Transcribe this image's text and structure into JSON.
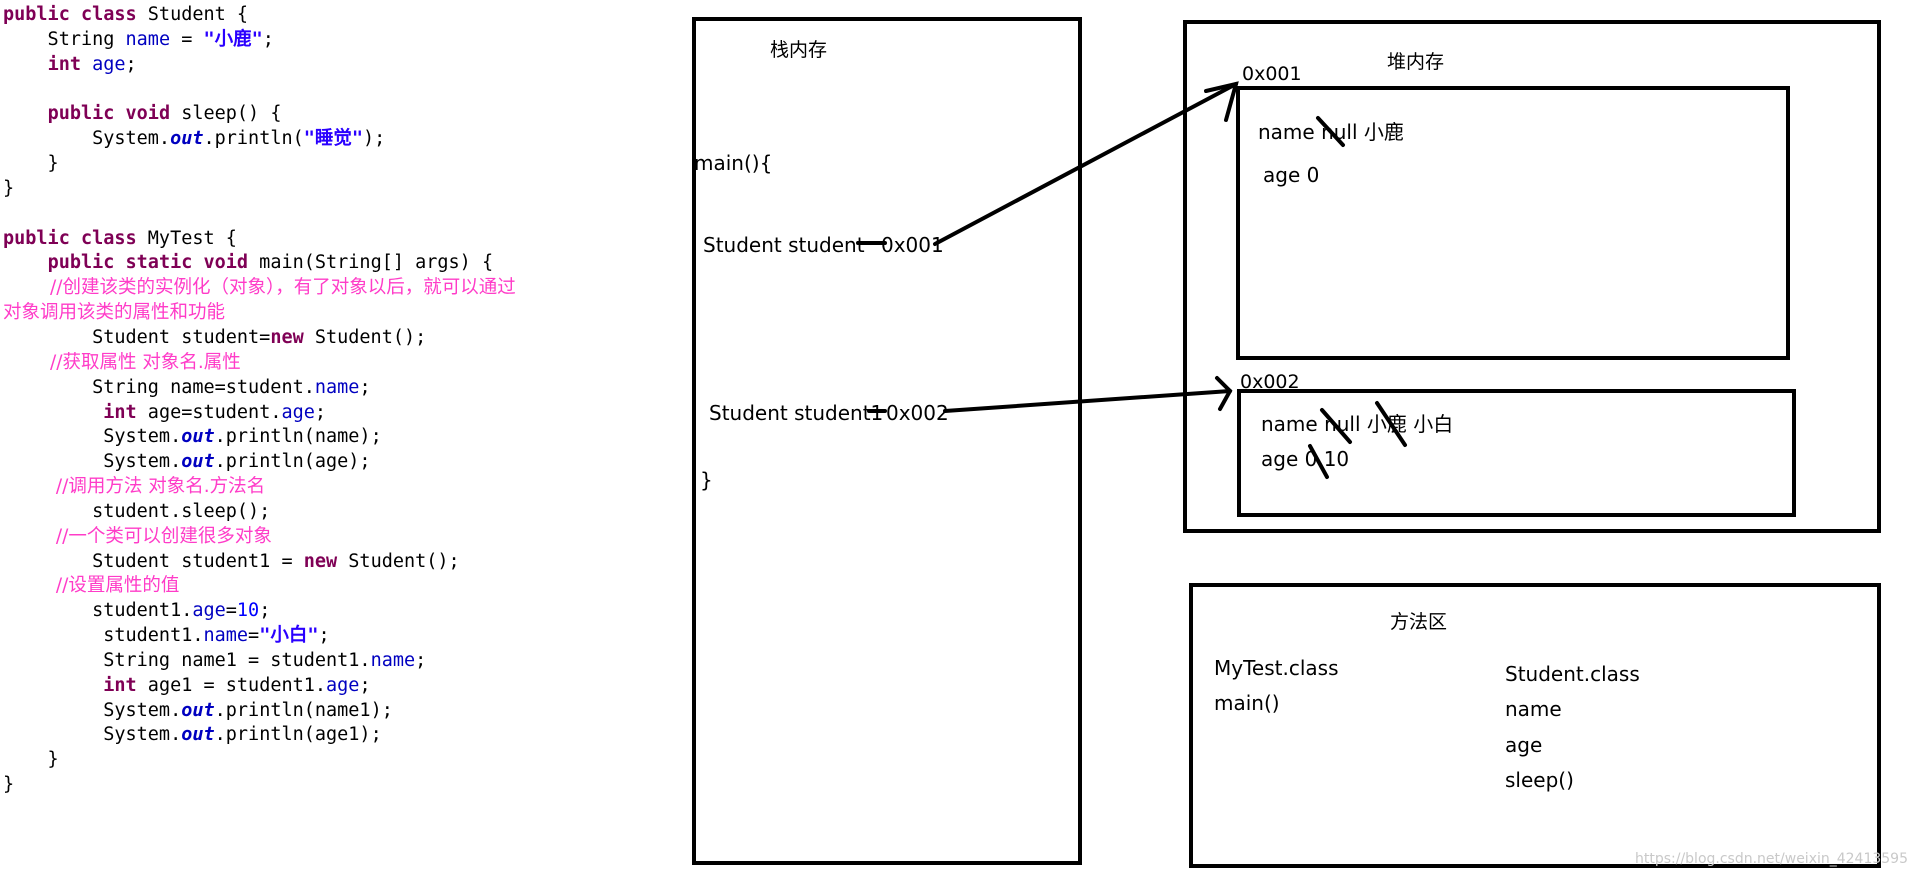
{
  "code": [
    [
      {
        "t": "public class",
        "c": "kw"
      },
      {
        "t": " Student {"
      }
    ],
    [
      {
        "t": "    String "
      },
      {
        "t": "name",
        "c": "fld"
      },
      {
        "t": " = "
      },
      {
        "t": "\"小鹿\"",
        "c": "str"
      },
      {
        "t": ";"
      }
    ],
    [
      {
        "t": "    "
      },
      {
        "t": "int",
        "c": "kw"
      },
      {
        "t": " "
      },
      {
        "t": "age",
        "c": "fld"
      },
      {
        "t": ";"
      }
    ],
    [
      {
        "t": ""
      }
    ],
    [
      {
        "t": "    "
      },
      {
        "t": "public void",
        "c": "kw"
      },
      {
        "t": " sleep() {"
      }
    ],
    [
      {
        "t": "        System."
      },
      {
        "t": "out",
        "c": "st"
      },
      {
        "t": ".println("
      },
      {
        "t": "\"睡觉\"",
        "c": "str"
      },
      {
        "t": ");"
      }
    ],
    [
      {
        "t": "    }"
      }
    ],
    [
      {
        "t": "}"
      }
    ],
    [
      {
        "t": ""
      }
    ],
    [
      {
        "t": "public class",
        "c": "kw"
      },
      {
        "t": " MyTest {"
      }
    ],
    [
      {
        "t": "    "
      },
      {
        "t": "public static void",
        "c": "kw"
      },
      {
        "t": " main(String[] args) {"
      }
    ],
    {
      "comment": true,
      "text": "        //创建该类的实例化（对象），有了对象以后，就可以通过"
    },
    {
      "comment": true,
      "text": "对象调用该类的属性和功能"
    },
    [
      {
        "t": "        Student student="
      },
      {
        "t": "new",
        "c": "kw"
      },
      {
        "t": " Student();"
      }
    ],
    {
      "comment": true,
      "text": "        //获取属性 对象名.属性"
    },
    [
      {
        "t": "        String name=student."
      },
      {
        "t": "name",
        "c": "fld"
      },
      {
        "t": ";"
      }
    ],
    [
      {
        "t": "         "
      },
      {
        "t": "int",
        "c": "kw"
      },
      {
        "t": " age=student."
      },
      {
        "t": "age",
        "c": "fld"
      },
      {
        "t": ";"
      }
    ],
    [
      {
        "t": "         System."
      },
      {
        "t": "out",
        "c": "st"
      },
      {
        "t": ".println(name);"
      }
    ],
    [
      {
        "t": "         System."
      },
      {
        "t": "out",
        "c": "st"
      },
      {
        "t": ".println(age);"
      }
    ],
    {
      "comment": true,
      "text": "         //调用方法 对象名.方法名"
    },
    [
      {
        "t": "        student.sleep();"
      }
    ],
    {
      "comment": true,
      "text": "         //一个类可以创建很多对象"
    },
    [
      {
        "t": "        Student student1 = "
      },
      {
        "t": "new",
        "c": "kw"
      },
      {
        "t": " Student();"
      }
    ],
    {
      "comment": true,
      "text": "         //设置属性的值"
    },
    [
      {
        "t": "        student1."
      },
      {
        "t": "age",
        "c": "fld"
      },
      {
        "t": "="
      },
      {
        "t": "10",
        "c": "num"
      },
      {
        "t": ";"
      }
    ],
    [
      {
        "t": "         student1."
      },
      {
        "t": "name",
        "c": "fld"
      },
      {
        "t": "="
      },
      {
        "t": "\"小白\"",
        "c": "str"
      },
      {
        "t": ";"
      }
    ],
    [
      {
        "t": "         String name1 = student1."
      },
      {
        "t": "name",
        "c": "fld"
      },
      {
        "t": ";"
      }
    ],
    [
      {
        "t": "         "
      },
      {
        "t": "int",
        "c": "kw"
      },
      {
        "t": " age1 = student1."
      },
      {
        "t": "age",
        "c": "fld"
      },
      {
        "t": ";"
      }
    ],
    [
      {
        "t": "         System."
      },
      {
        "t": "out",
        "c": "st"
      },
      {
        "t": ".println(name1);"
      }
    ],
    [
      {
        "t": "         System."
      },
      {
        "t": "out",
        "c": "st"
      },
      {
        "t": ".println(age1);"
      }
    ],
    [
      {
        "t": "    }"
      }
    ],
    [
      {
        "t": "}"
      }
    ]
  ],
  "stack": {
    "title": "栈内存",
    "main_open": "main(){",
    "student_var": "Student student",
    "student_ref": "0x001",
    "student1_var": "Student student1",
    "student1_ref": "0x002",
    "main_close": "}"
  },
  "heap": {
    "title": "堆内存",
    "obj1": {
      "address": "0x001",
      "name_line": "name null 小鹿",
      "age_line": "age  0"
    },
    "obj2": {
      "address": "0x002",
      "name_line": "name null  小鹿 小白",
      "age_line": "age  0   10"
    }
  },
  "method_area": {
    "title": "方法区",
    "mytest_class": "MyTest.class",
    "mytest_main": "main()",
    "student_class": "Student.class",
    "student_members": [
      "name",
      "age",
      "sleep()"
    ]
  },
  "watermark": "https://blog.csdn.net/weixin_42413595"
}
